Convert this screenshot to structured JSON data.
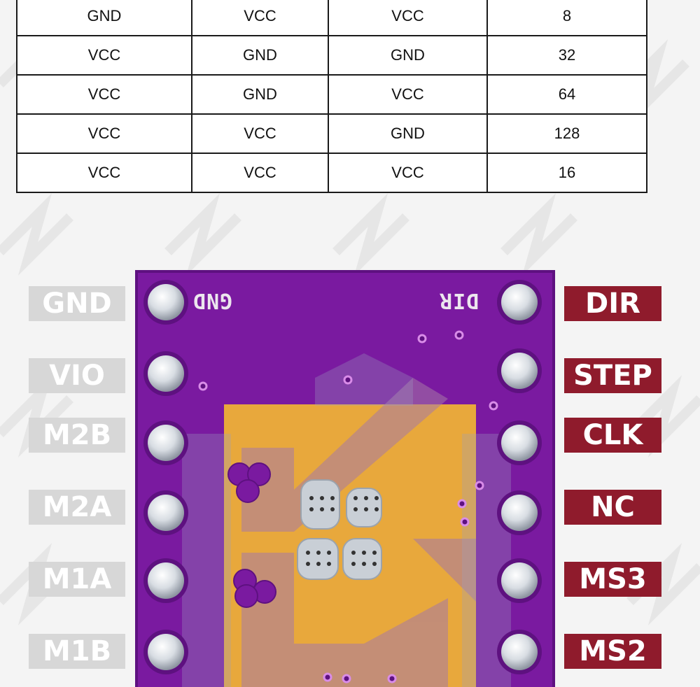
{
  "mode_table": {
    "rows": [
      [
        "GND",
        "VCC",
        "VCC",
        "8"
      ],
      [
        "VCC",
        "GND",
        "GND",
        "32"
      ],
      [
        "VCC",
        "GND",
        "VCC",
        "64"
      ],
      [
        "VCC",
        "VCC",
        "GND",
        "128"
      ],
      [
        "VCC",
        "VCC",
        "VCC",
        "16"
      ]
    ]
  },
  "board": {
    "silkscreen_left": "GND",
    "silkscreen_right": "DIR",
    "left_pins": [
      "GND",
      "VIO",
      "M2B",
      "M2A",
      "M1A",
      "M1B"
    ],
    "right_pins": [
      "DIR",
      "STEP",
      "CLK",
      "NC",
      "MS3",
      "MS2"
    ],
    "colors": {
      "pcb": "#7a1aa0",
      "left_label_bg": "#d7d7d7",
      "right_label_bg": "#8f1b2c",
      "pad_copper": "#e8a83c",
      "pin_silver": "#d8dde3"
    }
  }
}
